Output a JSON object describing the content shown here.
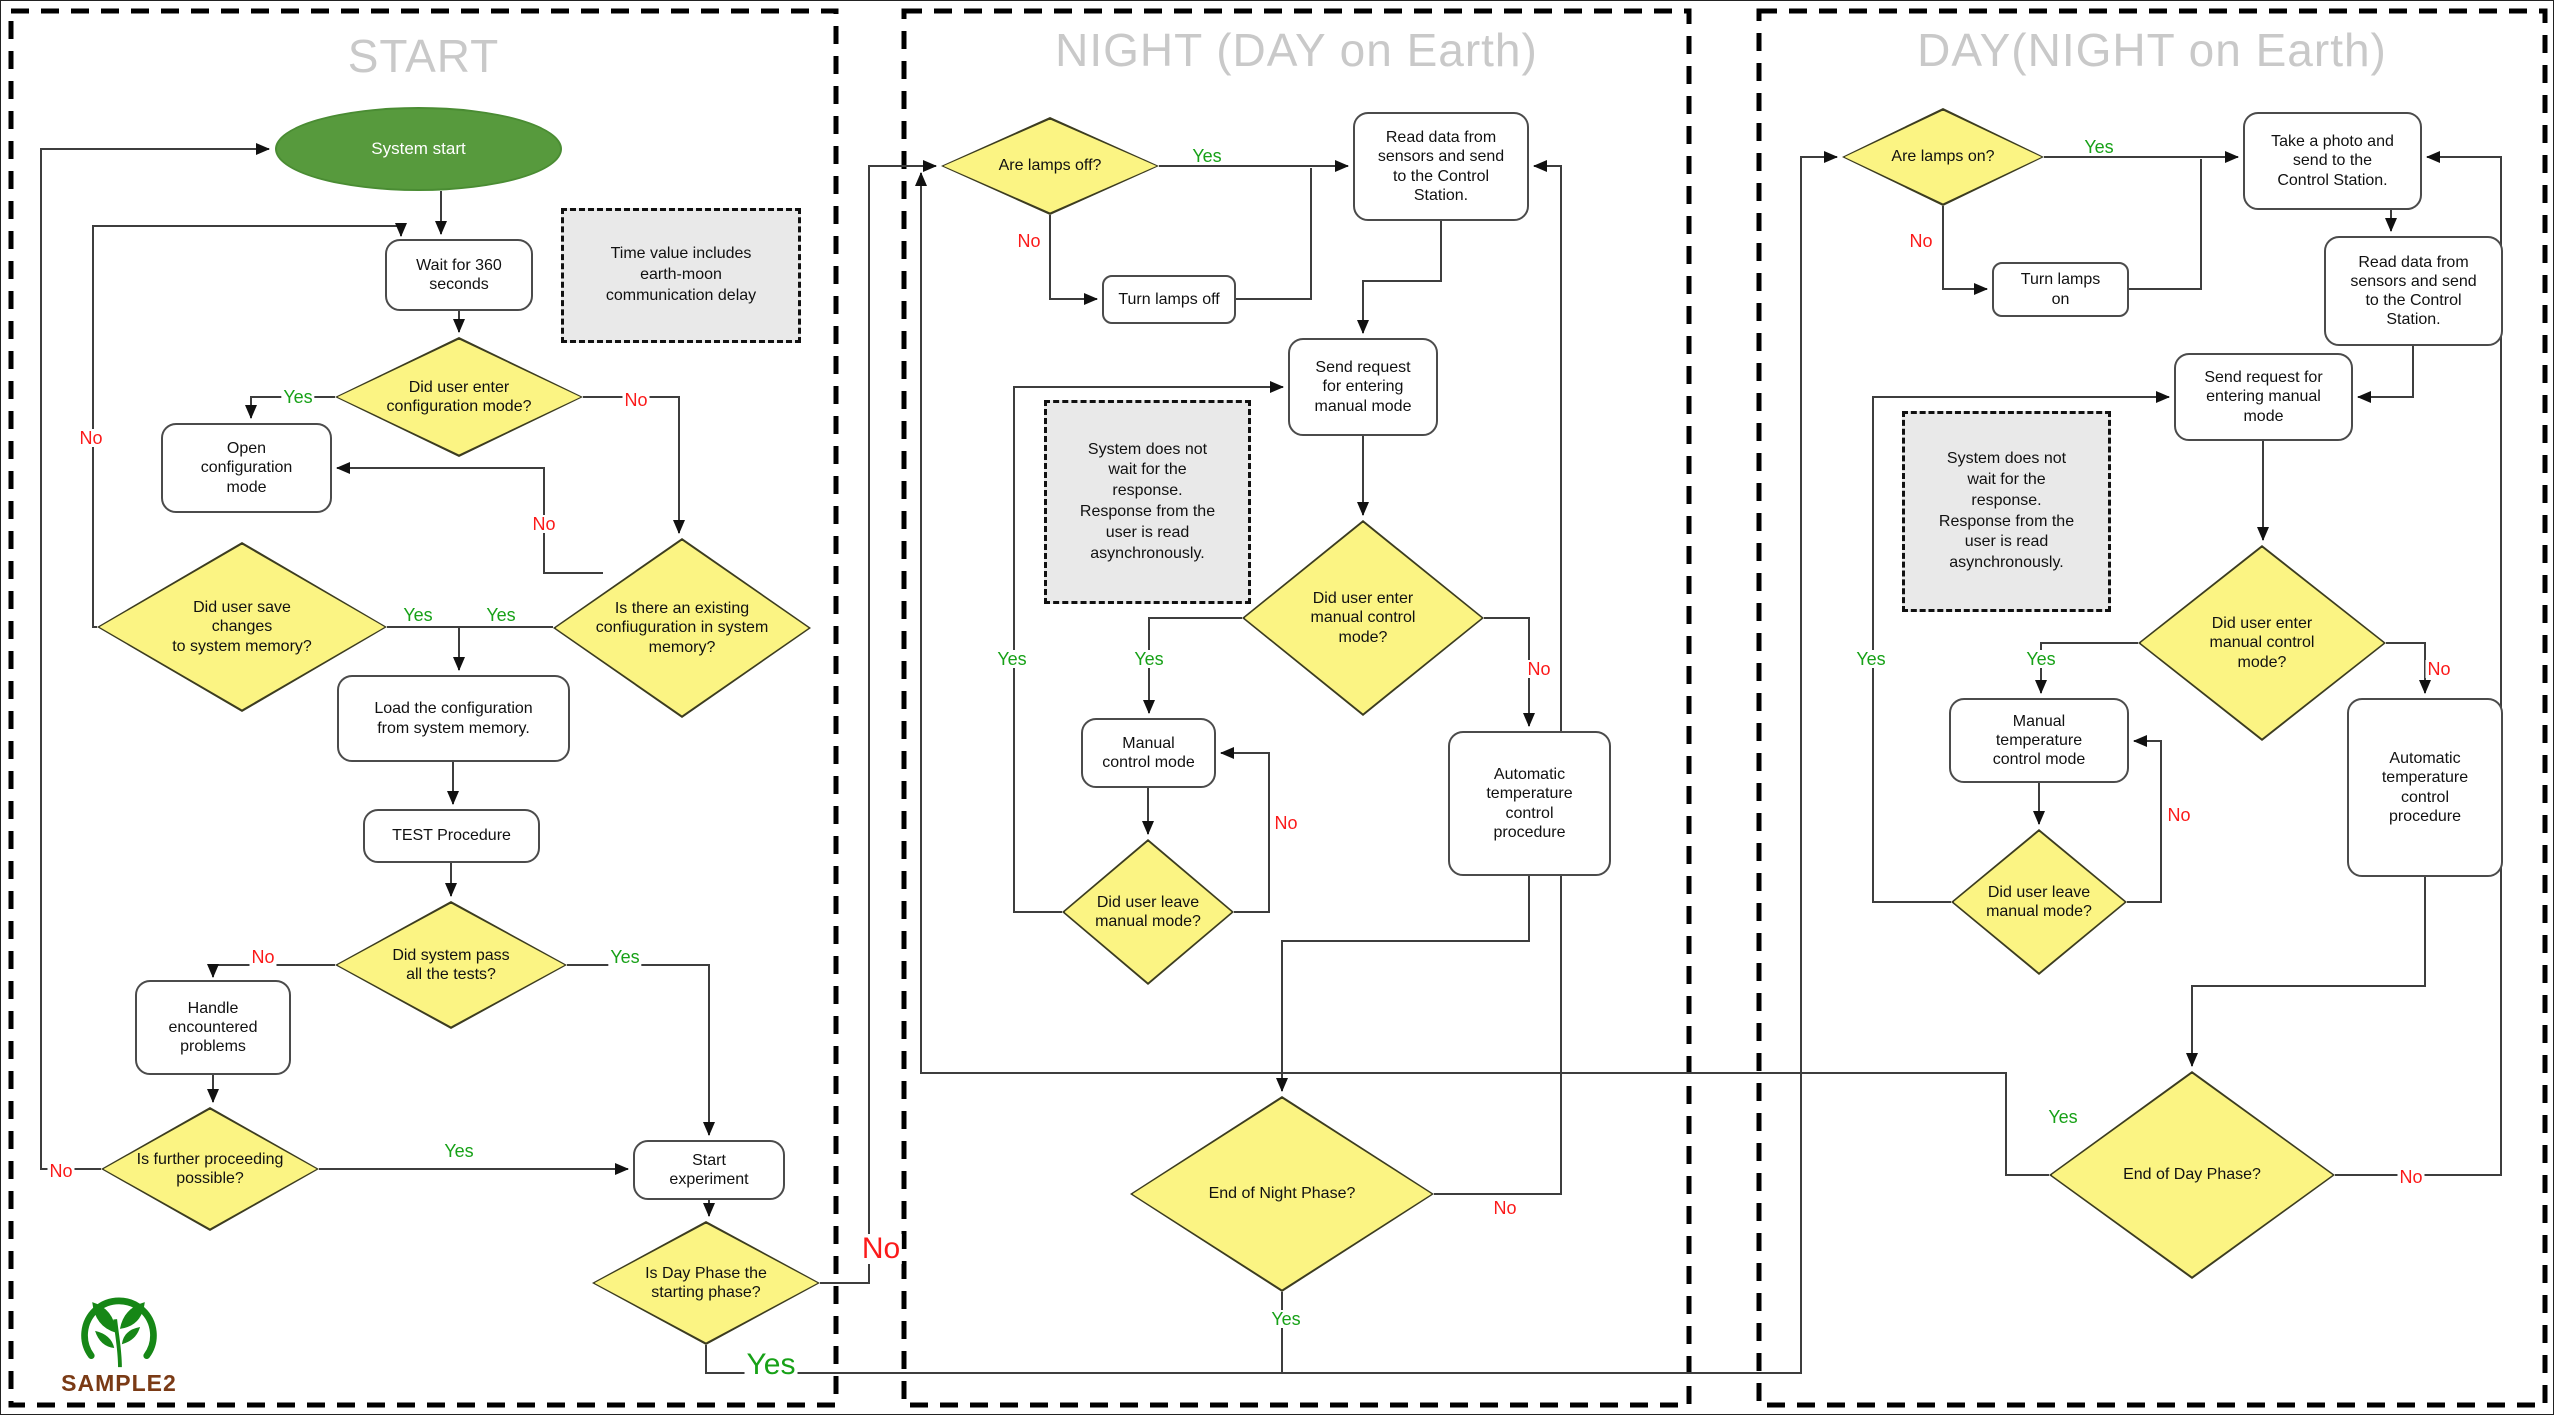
{
  "panels": {
    "start": {
      "title": "START",
      "nodes": {
        "system_start": {
          "label": "System start"
        },
        "wait_360": {
          "label": "Wait for 360\nseconds"
        },
        "note_time": {
          "label": "Time value includes\nearth-moon\ncommunication delay"
        },
        "cfg_decision": {
          "label": "Did user enter\nconfiguration mode?"
        },
        "open_cfg": {
          "label": "Open\nconfiguration\nmode"
        },
        "save_decision": {
          "label": "Did user save\nchanges\nto system memory?"
        },
        "existing_decision": {
          "label": "Is there an existing\nconfiuguration in system\nmemory?"
        },
        "load_cfg": {
          "label": "Load the configuration\nfrom system memory."
        },
        "test_proc": {
          "label": "TEST Procedure"
        },
        "pass_decision": {
          "label": "Did system pass\nall the tests?"
        },
        "handle_problems": {
          "label": "Handle\nencountered\nproblems"
        },
        "proceed_decision": {
          "label": "Is further proceeding\npossible?"
        },
        "start_experiment": {
          "label": "Start\nexperiment"
        },
        "dayphase_decision": {
          "label": "Is Day Phase the\nstarting phase?"
        }
      }
    },
    "night": {
      "title": "NIGHT (DAY on Earth)",
      "nodes": {
        "lamps_off": {
          "label": "Are lamps off?"
        },
        "read_data": {
          "label": "Read data from\nsensors and send\nto the Control\nStation."
        },
        "turn_lamps_off": {
          "label": "Turn lamps off"
        },
        "send_request": {
          "label": "Send request\nfor entering\nmanual mode"
        },
        "note_async": {
          "label": "System does not\nwait for the\nresponse.\nResponse from the\nuser is read\nasynchronously."
        },
        "enter_manual": {
          "label": "Did user enter\nmanual control\nmode?"
        },
        "manual_mode": {
          "label": "Manual\ncontrol mode"
        },
        "leave_manual": {
          "label": "Did user leave\nmanual mode?"
        },
        "auto_temp": {
          "label": "Automatic\ntemperature\ncontrol\nprocedure"
        },
        "end_phase": {
          "label": "End of Night Phase?"
        }
      }
    },
    "day": {
      "title": "DAY(NIGHT on Earth)",
      "nodes": {
        "lamps_on": {
          "label": "Are lamps on?"
        },
        "take_photo": {
          "label": "Take a photo and\nsend to the\nControl Station."
        },
        "turn_lamps_on": {
          "label": "Turn lamps\non"
        },
        "read_data": {
          "label": "Read data from\nsensors and send\nto the Control\nStation."
        },
        "send_request": {
          "label": "Send request for\nentering manual\nmode"
        },
        "note_async": {
          "label": "System does not\nwait for the\nresponse.\nResponse from the\nuser is read\nasynchronously."
        },
        "enter_manual": {
          "label": "Did user enter\nmanual control\nmode?"
        },
        "manual_temp": {
          "label": "Manual\ntemperature\ncontrol mode"
        },
        "leave_manual": {
          "label": "Did user leave\nmanual mode?"
        },
        "auto_temp": {
          "label": "Automatic\ntemperature\ncontrol\nprocedure"
        },
        "end_phase": {
          "label": "End of Day Phase?"
        }
      }
    }
  },
  "labels": {
    "start_cfg_yes": "Yes",
    "start_cfg_no": "No",
    "start_save_no": "No",
    "start_exist_no": "No",
    "start_save_yes": "Yes",
    "start_exist_yes": "Yes",
    "start_pass_no": "No",
    "start_pass_yes": "Yes",
    "start_proceed_yes": "Yes",
    "start_proceed_no": "No",
    "start_dayphase_no": "No",
    "start_dayphase_yes": "Yes",
    "night_lampsoff_yes": "Yes",
    "night_lampsoff_no": "No",
    "night_leave_yes": "Yes",
    "night_enter_yes": "Yes",
    "night_enter_no": "No",
    "night_leave_no": "No",
    "night_end_no": "No",
    "night_end_yes": "Yes",
    "day_lampson_yes": "Yes",
    "day_lampson_no": "No",
    "day_leave_yes": "Yes",
    "day_enter_yes": "Yes",
    "day_enter_no": "No",
    "day_leave_no": "No",
    "day_end_yes": "Yes",
    "day_end_no": "No"
  },
  "logo": {
    "text": "SAMPLE2"
  },
  "colors": {
    "decision_fill": "#fbf483",
    "terminator_fill": "#579a3d",
    "note_fill": "#e9e9e9",
    "edge_yes": "#17a117",
    "edge_no": "#fb1a1a",
    "title_grey": "#c9c9c9",
    "logo_green": "#168716",
    "logo_brown": "#7a3a15"
  }
}
